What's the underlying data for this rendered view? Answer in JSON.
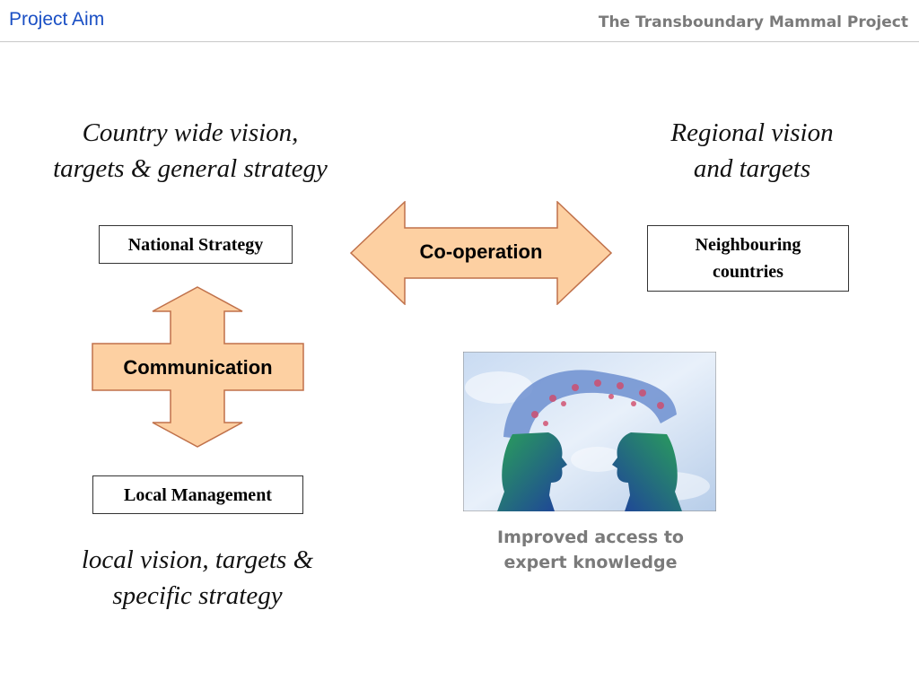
{
  "header": {
    "title": "Project Aim",
    "project_name": "The Transboundary Mammal Project"
  },
  "diagram": {
    "country_vision": [
      "Country wide vision,",
      "targets & general strategy"
    ],
    "regional_vision": [
      "Regional vision",
      "and targets"
    ],
    "local_vision": [
      "local vision, targets &",
      "specific strategy"
    ],
    "national_strategy_box": "National Strategy",
    "neighbouring_box": [
      "Neighbouring",
      "countries"
    ],
    "local_management_box": "Local Management",
    "cooperation_arrow": "Co-operation",
    "communication_arrow": "Communication",
    "caption": [
      "Improved access to",
      "expert knowledge"
    ]
  },
  "colors": {
    "arrow_fill": "#fdd0a2",
    "arrow_stroke": "#c0714a",
    "title_blue": "#1a4fc4",
    "caption_gray": "#7a7a7a"
  },
  "icons": {
    "illustration": "two-heads-sharing-knowledge-illustration"
  }
}
